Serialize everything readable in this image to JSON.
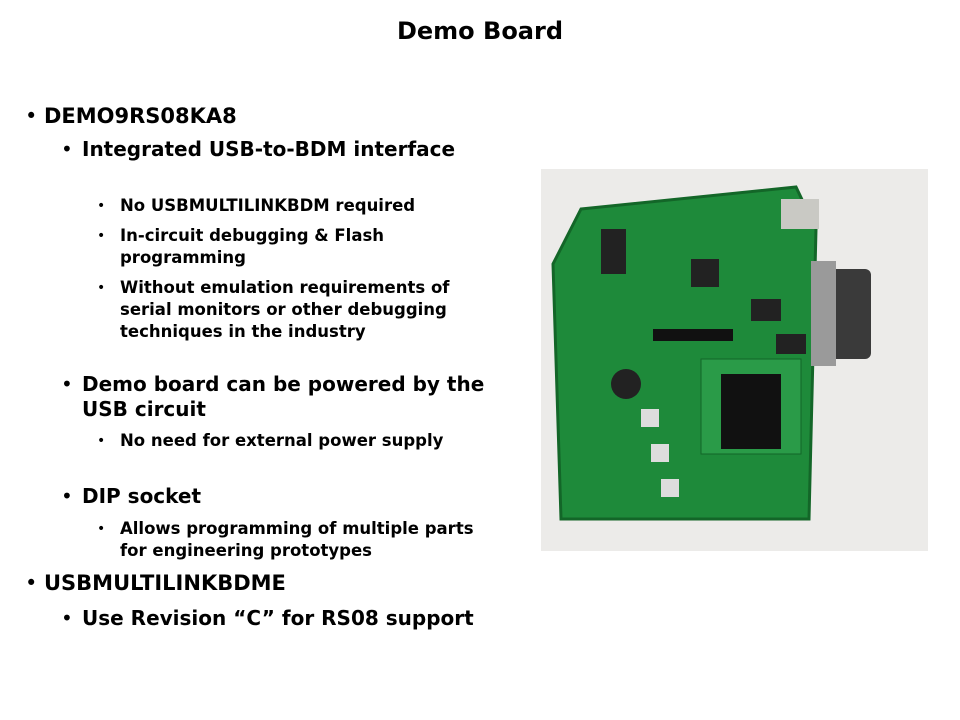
{
  "title": "Demo Board",
  "bullets": [
    {
      "level": 1,
      "text": "DEMO9RS08KA8"
    },
    {
      "level": 2,
      "text": "Integrated USB-to-BDM interface"
    },
    {
      "level": 3,
      "text": "No USBMULTILINKBDM required"
    },
    {
      "level": 3,
      "text": "In-circuit debugging & Flash programming"
    },
    {
      "level": 3,
      "text": "Without emulation requirements of serial monitors or other debugging techniques in the industry"
    },
    {
      "level": 2,
      "text": "Demo board can be powered by the USB circuit"
    },
    {
      "level": 3,
      "text": "No need for external power supply"
    },
    {
      "level": 2,
      "text": "DIP socket"
    },
    {
      "level": 3,
      "text": "Allows programming of multiple parts for engineering prototypes"
    },
    {
      "level": 1,
      "text": "USBMULTILINKBDME"
    },
    {
      "level": 2,
      "text": "Use Revision “C” for RS08 support"
    }
  ],
  "bullet_char": "•",
  "image": {
    "subject": "demo-board-photo"
  }
}
